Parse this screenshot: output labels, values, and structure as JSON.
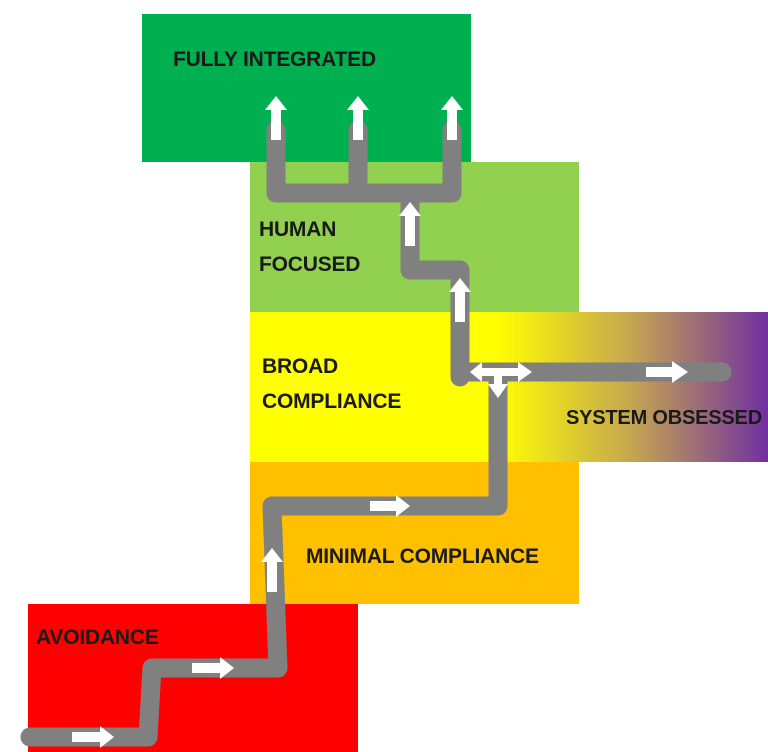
{
  "stages": {
    "fully_integrated": {
      "label": "FULLY INTEGRATED",
      "color": "#00b050"
    },
    "human_focused": {
      "label": "HUMAN\nFOCUSED",
      "color": "#92d050"
    },
    "broad_compliance": {
      "label": "BROAD\nCOMPLIANCE",
      "color": "#ffff00"
    },
    "system_obsessed": {
      "label": "SYSTEM OBSESSED",
      "color_start": "#ffff00",
      "color_end": "#7030a0"
    },
    "minimal_compliance": {
      "label": "MINIMAL COMPLIANCE",
      "color": "#ffc000"
    },
    "avoidance": {
      "label": "AVOIDANCE",
      "color": "#ff0000"
    }
  },
  "path_color": "#808080",
  "arrow_color": "#ffffff"
}
